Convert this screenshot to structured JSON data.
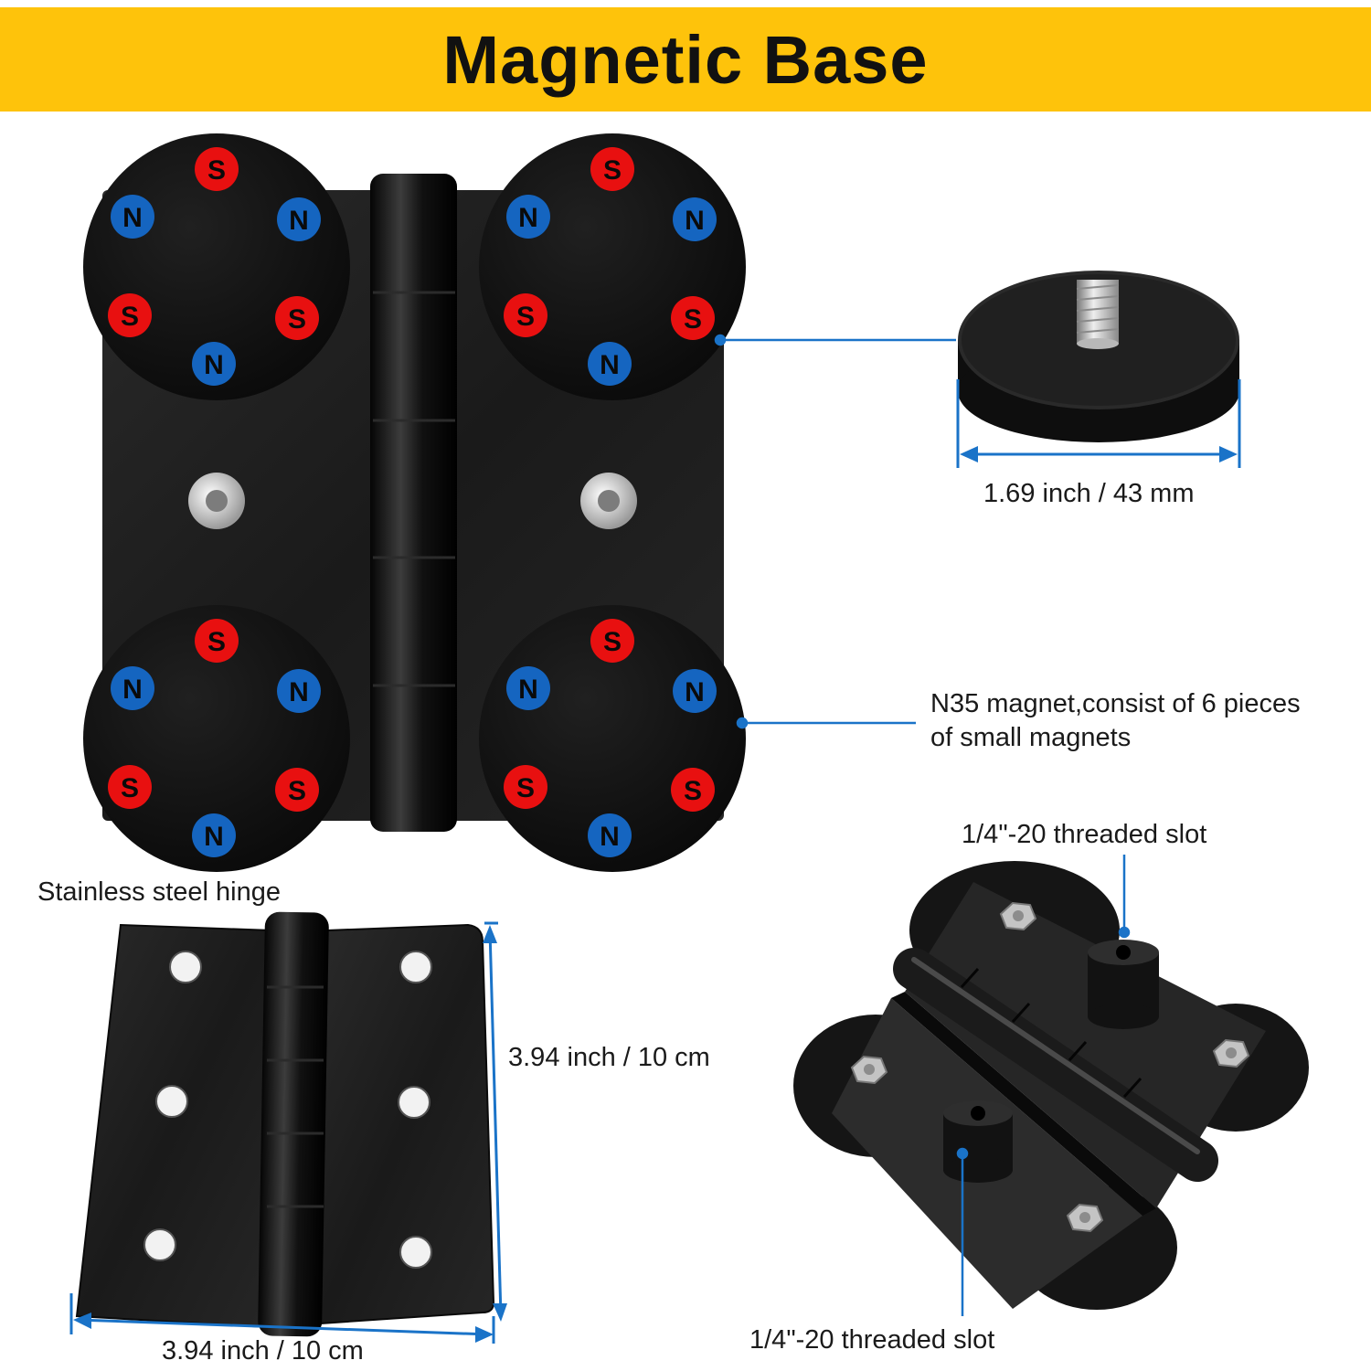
{
  "header": {
    "title": "Magnetic Base"
  },
  "labels": {
    "magnet_diameter": "1.69 inch / 43 mm",
    "magnet_description_line1": "N35 magnet,consist of 6 pieces",
    "magnet_description_line2": "of small magnets",
    "threaded_slot_top": "1/4\"-20 threaded slot",
    "threaded_slot_bottom": "1/4\"-20 threaded slot",
    "hinge_material": "Stainless steel hinge",
    "hinge_height": "3.94 inch / 10 cm",
    "hinge_width": "3.94 inch / 10 cm"
  },
  "poles": {
    "north": "N",
    "south": "S"
  },
  "colors": {
    "banner": "#fec30b",
    "north_pole": "#1565c0",
    "south_pole": "#e81010",
    "dimension_line": "#1a73c8",
    "hardware_black": "#141414"
  }
}
